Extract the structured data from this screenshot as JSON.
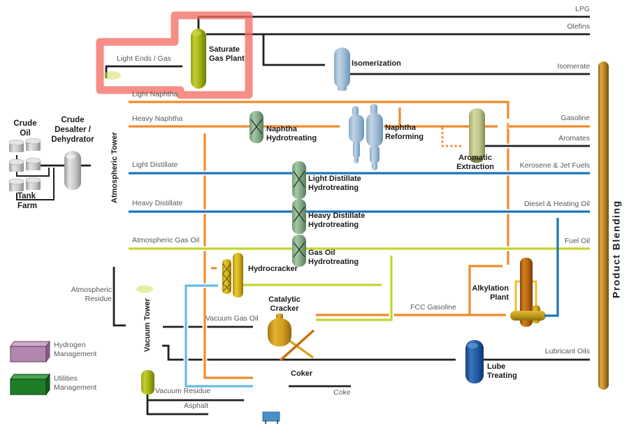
{
  "products": {
    "lpg": "LPG",
    "olefins": "Olefins",
    "isomerate": "Isomerate",
    "gasoline": "Gasoline",
    "aromates": "Aromates",
    "kerosene_jet": "Kerosene & Jet Fuels",
    "diesel_heating": "Diesel & Heating Oil",
    "fuel_oil": "Fuel Oil",
    "fcc_gasoline": "FCC Gasoline",
    "lubricant_oils": "Lubricant Oils",
    "coke": "Coke",
    "asphalt": "Asphalt"
  },
  "streams": {
    "light_ends": "Light Ends / Gas",
    "light_naphtha": "Light Naphtha",
    "heavy_naphtha": "Heavy Naphtha",
    "light_distillate": "Light Distillate",
    "heavy_distillate": "Heavy Distillate",
    "atmospheric_gas_oil": "Atmospheric Gas Oil",
    "atmospheric_residue": "Atmospheric\nResidue",
    "vacuum_gas_oil": "Vacuum Gas Oil",
    "vacuum_residue": "Vacuum Residue"
  },
  "units": {
    "atmospheric_tower": "Atmospheric Tower",
    "vacuum_tower": "Vacuum Tower",
    "saturate_gas_plant": "Saturate\nGas Plant",
    "isomerization": "Isomerization",
    "naphtha_hydrotreating": "Naphtha\nHydrotreating",
    "naphtha_reforming": "Naphtha\nReforming",
    "aromatic_extraction": "Aromatic\nExtraction",
    "light_distillate_ht": "Light Distillate\nHydrotreating",
    "heavy_distillate_ht": "Heavy Distillate\nHydrotreating",
    "gas_oil_ht": "Gas Oil\nHydrotreating",
    "hydrocracker": "Hydrocracker",
    "catalytic_cracker": "Catalytic\nCracker",
    "alkylation_plant": "Alkylation\nPlant",
    "coker": "Coker",
    "lube_treating": "Lube\nTreating",
    "product_blending": "Product Blending",
    "crude_oil": "Crude\nOil",
    "crude_desalter": "Crude\nDesalter /\nDehydrator",
    "tank_farm": "Tank\nFarm"
  },
  "legend": {
    "hydrogen": "Hydrogen\nManagement",
    "utilities": "Utilities\nManagement"
  },
  "colors": {
    "pipe_orange": "#ef8b2d",
    "pipe_blue": "#1b75bb",
    "pipe_light_blue": "#66bbe8",
    "pipe_yellow_green": "#c5d431",
    "pipe_black": "#1f1f1f",
    "vessel_olive": "#a9b518",
    "blending_bar_tan": "#c08b28",
    "highlight_red": "#f26e64",
    "legend_hydrogen_pink": "#b286ae",
    "legend_utilities_green": "#1e7e28"
  }
}
